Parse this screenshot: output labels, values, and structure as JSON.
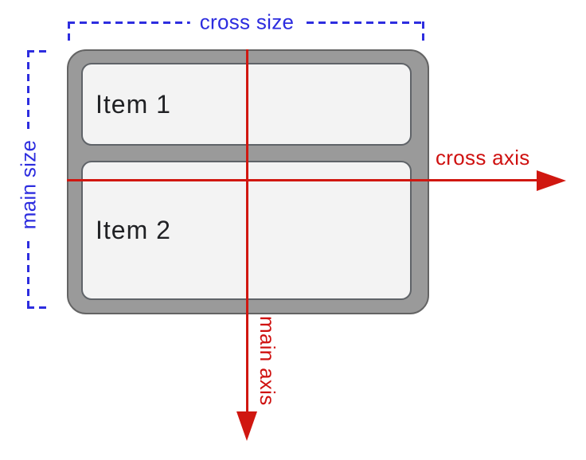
{
  "diagram": {
    "kind": "flexbox-axes-diagram",
    "container": {
      "items": [
        {
          "label": "Item 1"
        },
        {
          "label": "Item 2"
        }
      ]
    },
    "annotations": {
      "cross_size": "cross size",
      "main_size": "main size",
      "cross_axis": "cross axis",
      "main_axis": "main axis"
    },
    "icons": {
      "cross_axis_arrow": "arrowhead-right",
      "main_axis_arrow": "arrowhead-down"
    },
    "colors": {
      "size_annotation_blue": "#2d2ddf",
      "axis_annotation_red": "#cf1110",
      "container_fill": "#9a9a9a",
      "container_border": "#646464",
      "item_fill": "#f3f3f3",
      "item_border": "#5f6368",
      "item_text": "#202124",
      "background": "#ffffff"
    }
  }
}
